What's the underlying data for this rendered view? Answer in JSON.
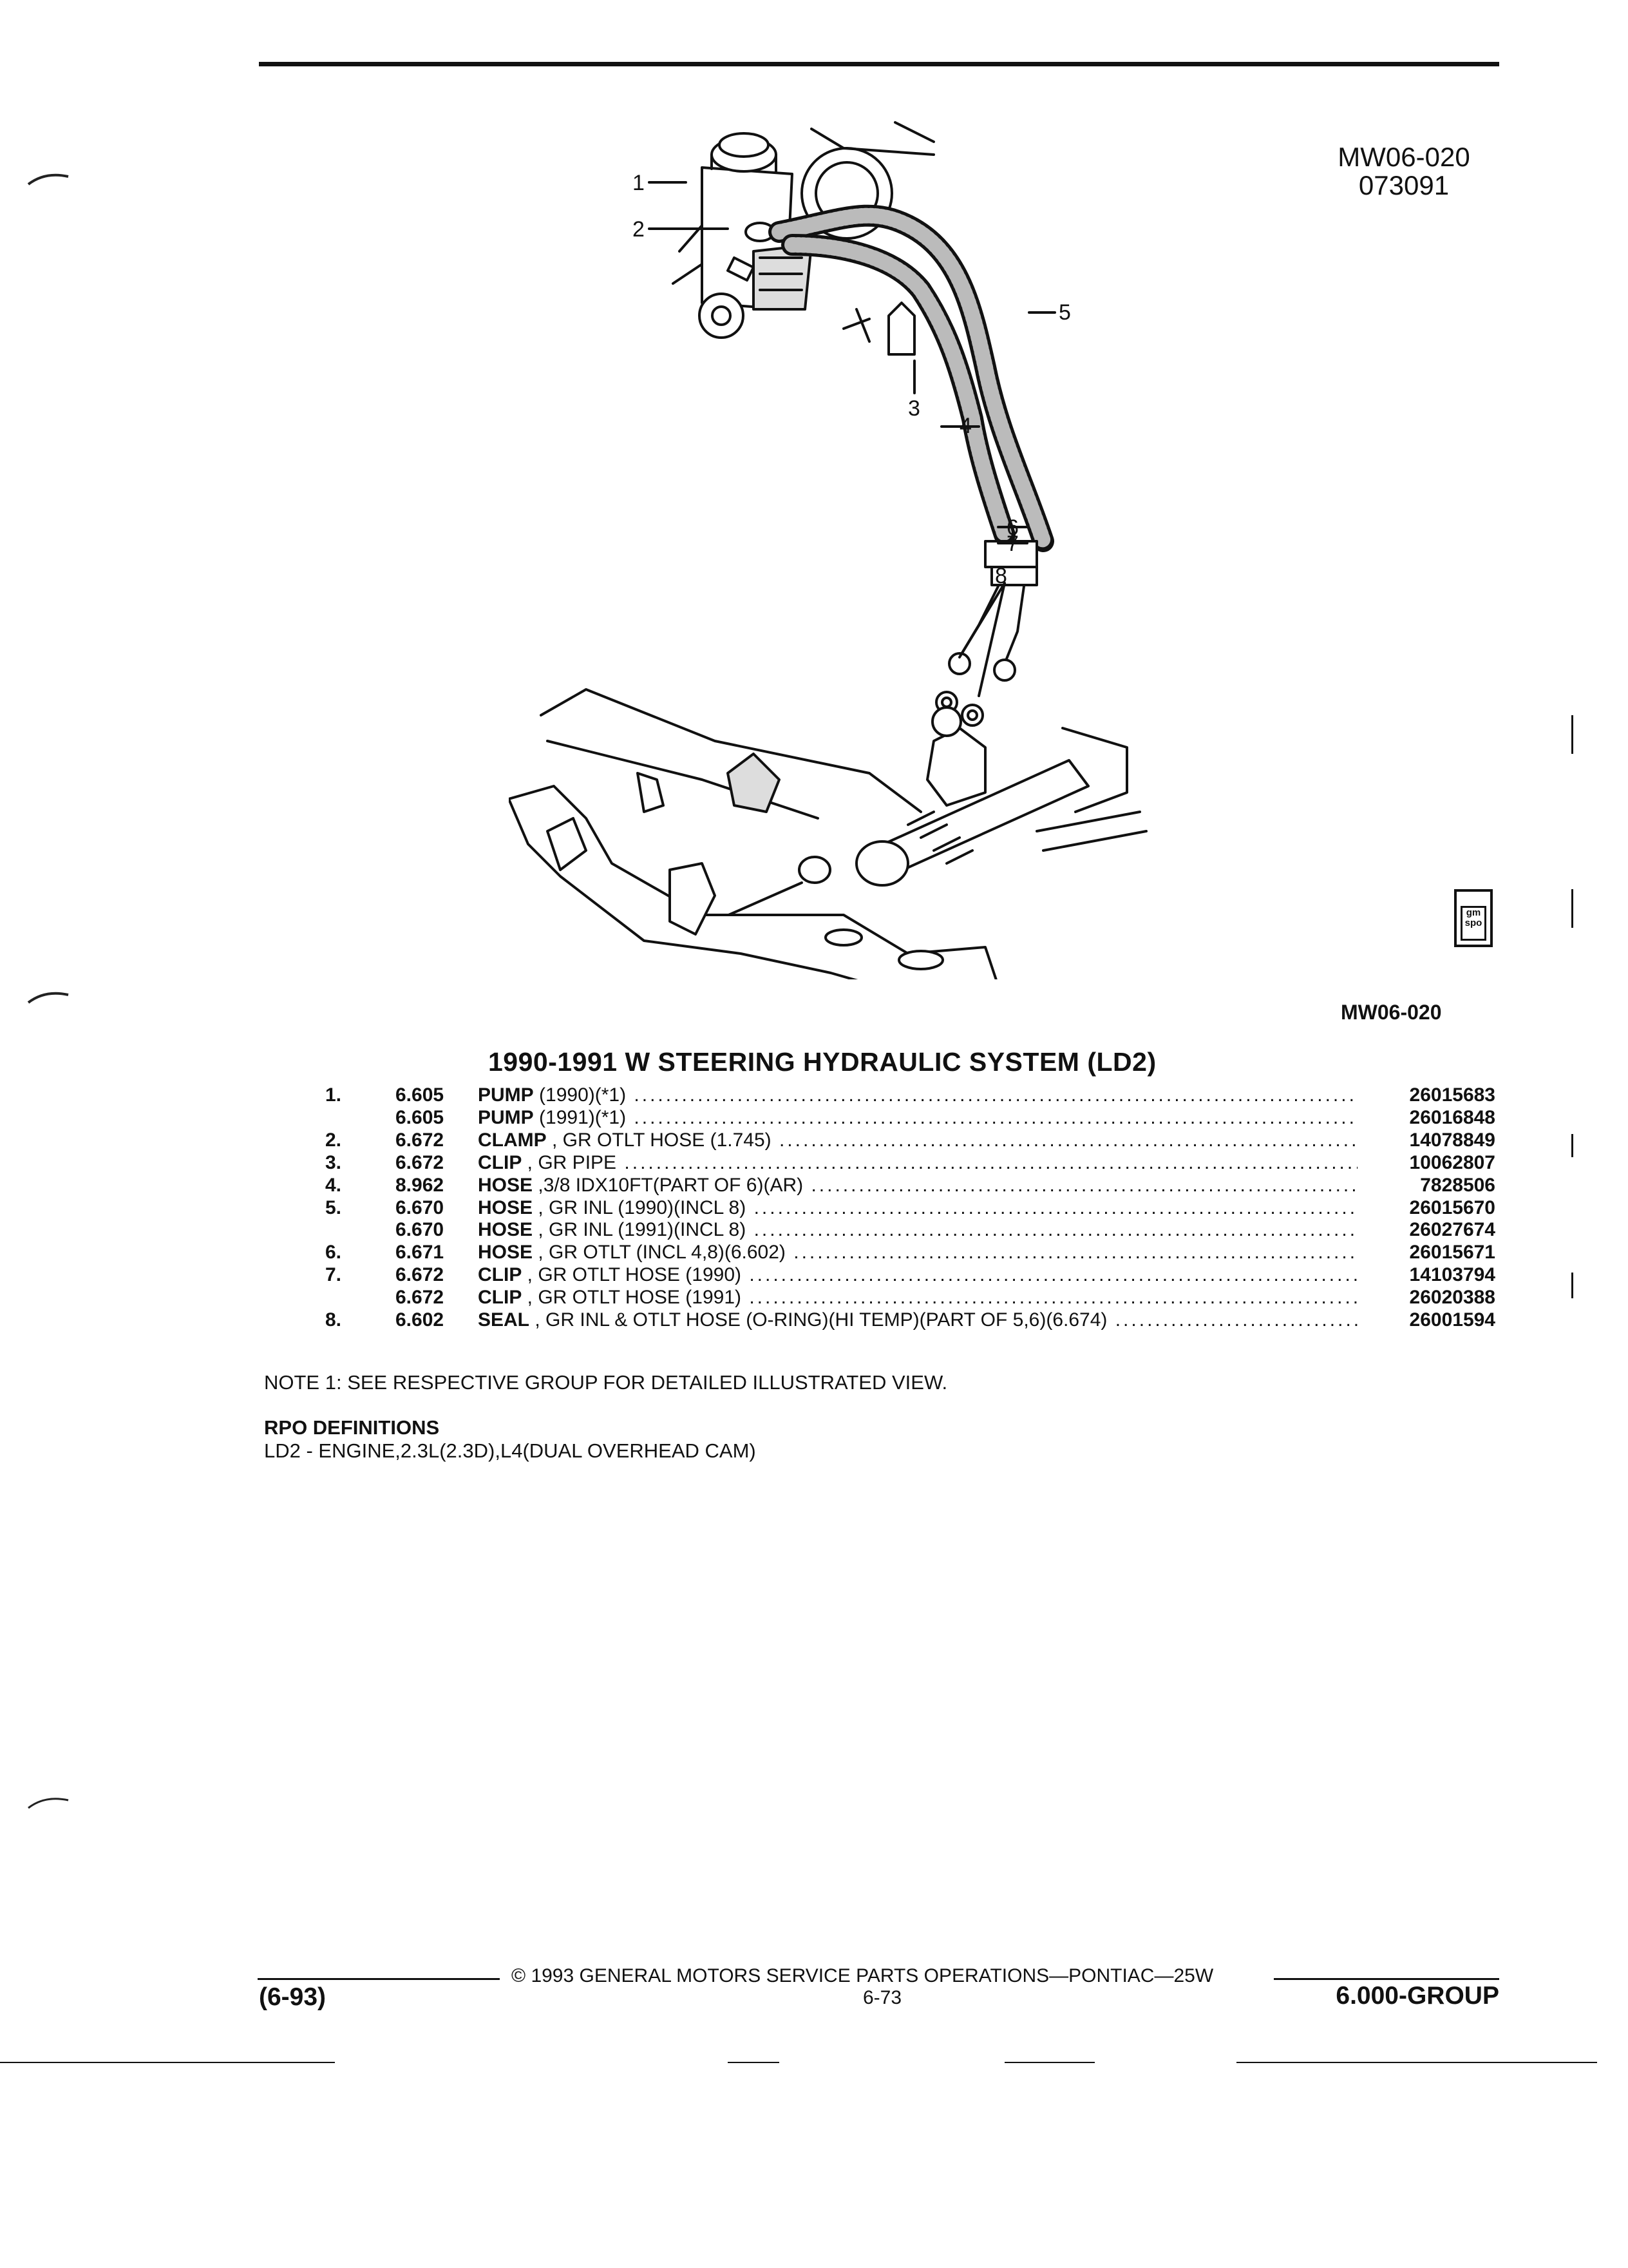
{
  "header": {
    "illustration_code": "MW06-020",
    "date_code": "073091"
  },
  "diagram": {
    "callouts": [
      "1",
      "2",
      "3",
      "4",
      "5",
      "6",
      "7",
      "8"
    ],
    "reference_label": "MW06-020",
    "logo_text": "gm spo"
  },
  "section": {
    "title": "1990-1991 W STEERING HYDRAULIC SYSTEM (LD2)"
  },
  "parts": [
    {
      "item": "1.",
      "group": "6.605",
      "name": "PUMP",
      "detail": " (1990)(*1)",
      "part_no": "26015683"
    },
    {
      "item": "",
      "group": "6.605",
      "name": "PUMP",
      "detail": " (1991)(*1)",
      "part_no": "26016848"
    },
    {
      "item": "2.",
      "group": "6.672",
      "name": "CLAMP",
      "detail": " , GR OTLT HOSE (1.745)",
      "part_no": "14078849"
    },
    {
      "item": "3.",
      "group": "6.672",
      "name": "CLIP",
      "detail": " , GR PIPE",
      "part_no": "10062807"
    },
    {
      "item": "4.",
      "group": "8.962",
      "name": "HOSE",
      "detail": " ,3/8 IDX10FT(PART OF 6)(AR)",
      "part_no": "7828506"
    },
    {
      "item": "5.",
      "group": "6.670",
      "name": "HOSE",
      "detail": " , GR INL (1990)(INCL 8)",
      "part_no": "26015670"
    },
    {
      "item": "",
      "group": "6.670",
      "name": "HOSE",
      "detail": " , GR INL (1991)(INCL 8)",
      "part_no": "26027674"
    },
    {
      "item": "6.",
      "group": "6.671",
      "name": "HOSE",
      "detail": " , GR OTLT (INCL 4,8)(6.602)",
      "part_no": "26015671"
    },
    {
      "item": "7.",
      "group": "6.672",
      "name": "CLIP",
      "detail": " , GR OTLT HOSE (1990)",
      "part_no": "14103794"
    },
    {
      "item": "",
      "group": "6.672",
      "name": "CLIP",
      "detail": " , GR OTLT HOSE (1991)",
      "part_no": "26020388"
    },
    {
      "item": "8.",
      "group": "6.602",
      "name": "SEAL",
      "detail": " , GR INL & OTLT HOSE (O-RING)(HI TEMP)(PART OF 5,6)(6.674)",
      "part_no": "26001594"
    }
  ],
  "notes": {
    "note1": "NOTE 1: SEE RESPECTIVE GROUP FOR DETAILED ILLUSTRATED VIEW.",
    "rpo_heading": "RPO DEFINITIONS",
    "rpo_ld2": "LD2 - ENGINE,2.3L(2.3D),L4(DUAL OVERHEAD CAM)"
  },
  "footer": {
    "copyright": "© 1993 GENERAL MOTORS SERVICE PARTS OPERATIONS—PONTIAC—25W",
    "date": "(6-93)",
    "page": "6-73",
    "group": "6.000-GROUP"
  }
}
